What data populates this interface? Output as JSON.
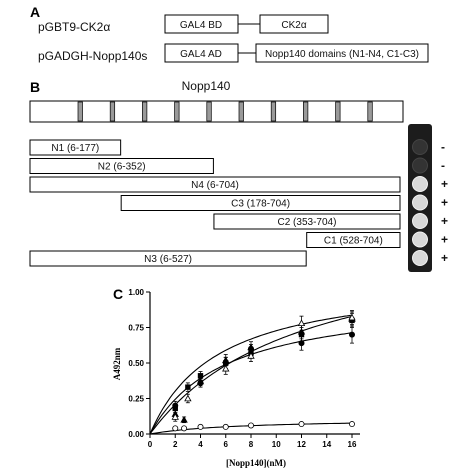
{
  "panelA": {
    "label": "A",
    "rows": [
      {
        "plasmid": "pGBT9-CK2α",
        "domain1": "GAL4 BD",
        "domain2": "CK2α"
      },
      {
        "plasmid": "pGADGH-Nopp140s",
        "domain1": "GAL4 AD",
        "domain2": "Nopp140 domains (N1-N4, C1-C3)"
      }
    ]
  },
  "panelB": {
    "label": "B",
    "protein": "Nopp140",
    "band_count": 10,
    "constructs": [
      {
        "label": "N1 (6-177)",
        "start": 6,
        "end": 177,
        "growth": "-"
      },
      {
        "label": "N2 (6-352)",
        "start": 6,
        "end": 352,
        "growth": "-"
      },
      {
        "label": "N4 (6-704)",
        "start": 6,
        "end": 704,
        "growth": "+"
      },
      {
        "label": "C3 (178-704)",
        "start": 178,
        "end": 704,
        "growth": "+"
      },
      {
        "label": "C2 (353-704)",
        "start": 353,
        "end": 704,
        "growth": "+"
      },
      {
        "label": "C1 (528-704)",
        "start": 528,
        "end": 704,
        "growth": "+"
      },
      {
        "label": "N3 (6-527)",
        "start": 6,
        "end": 527,
        "growth": "+"
      }
    ]
  },
  "panelC": {
    "label": "C"
  },
  "chart_data": {
    "type": "scatter",
    "xlabel": "[Nopp140](nM)",
    "ylabel": "A492nm",
    "xlim": [
      0,
      16
    ],
    "ylim": [
      0,
      1.0
    ],
    "xticks": [
      0,
      2,
      4,
      6,
      8,
      10,
      12,
      14,
      16
    ],
    "yticks": [
      0.0,
      0.25,
      0.5,
      0.75,
      1.0
    ],
    "series": [
      {
        "marker": "filled-square",
        "x": [
          2,
          3,
          4,
          6,
          8,
          12,
          16
        ],
        "y": [
          0.18,
          0.33,
          0.41,
          0.5,
          0.57,
          0.7,
          0.8
        ],
        "err": [
          0.03,
          0.03,
          0.03,
          0.04,
          0.03,
          0.05,
          0.05
        ],
        "fit": {
          "bmax": 1.12,
          "kd": 5.4
        }
      },
      {
        "marker": "filled-triangle",
        "x": [
          2,
          2.7,
          4,
          6,
          8,
          12,
          16
        ],
        "y": [
          0.14,
          0.1,
          0.37,
          0.52,
          0.61,
          0.72,
          0.81
        ],
        "err": [
          0.03,
          0.02,
          0.03,
          0.04,
          0.04,
          0.05,
          0.05
        ],
        "fit": {
          "bmax": 1.45,
          "kd": 12.0
        }
      },
      {
        "marker": "filled-circle",
        "x": [
          2,
          4,
          6,
          8,
          12,
          16
        ],
        "y": [
          0.2,
          0.36,
          0.5,
          0.6,
          0.64,
          0.7
        ],
        "err": [
          0.03,
          0.03,
          0.04,
          0.03,
          0.05,
          0.06
        ],
        "fit": {
          "bmax": 0.98,
          "kd": 6.0
        }
      },
      {
        "marker": "open-triangle",
        "x": [
          2,
          3,
          6,
          8,
          12,
          16
        ],
        "y": [
          0.12,
          0.25,
          0.46,
          0.55,
          0.78,
          0.82
        ],
        "err": [
          0.03,
          0.03,
          0.04,
          0.04,
          0.05,
          0.05
        ],
        "fit": null
      },
      {
        "marker": "open-circle",
        "x": [
          2,
          2.7,
          4,
          6,
          8,
          12,
          16
        ],
        "y": [
          0.04,
          0.04,
          0.05,
          0.05,
          0.06,
          0.07,
          0.07
        ],
        "err": [
          0.01,
          0.01,
          0.01,
          0.01,
          0.01,
          0.01,
          0.01
        ],
        "fit": {
          "bmax": 0.11,
          "kd": 7.0
        }
      }
    ]
  }
}
